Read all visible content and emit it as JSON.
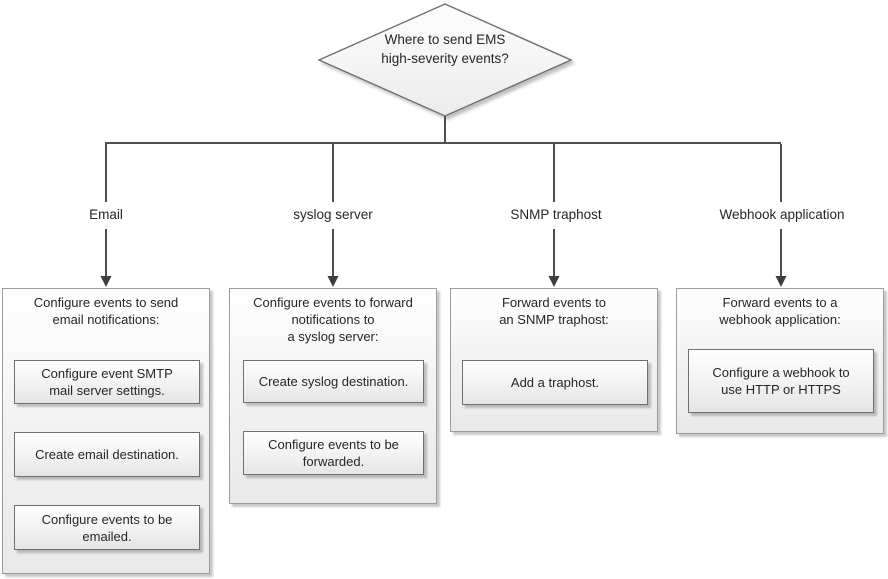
{
  "diamond": {
    "question": "Where to send EMS\nhigh-severity events?"
  },
  "branches": [
    {
      "label": "Email",
      "title": "Configure events to send\nemail notifications:",
      "steps": [
        "Configure event SMTP\nmail server settings.",
        "Create email destination.",
        "Configure events to be\nemailed."
      ]
    },
    {
      "label": "syslog server",
      "title": "Configure events to forward\nnotifications to\na syslog server:",
      "steps": [
        "Create syslog destination.",
        "Configure events to be\nforwarded."
      ]
    },
    {
      "label": "SNMP traphost",
      "title": "Forward events to\nan SNMP traphost:",
      "steps": [
        "Add a traphost."
      ]
    },
    {
      "label": "Webhook application",
      "title": "Forward events to a\nwebhook application:",
      "steps": [
        "Configure a webhook to\nuse HTTP or HTTPS"
      ]
    }
  ],
  "colors": {
    "background": "#ffffff",
    "line": "#4f4f4f",
    "arrowhead": "#3d3d3d",
    "shape_border": "#707070",
    "panel_border": "#9c9c9c",
    "fill_top": "#ffffff",
    "fill_bottom": "#e8e8e8",
    "text": "#262626"
  }
}
